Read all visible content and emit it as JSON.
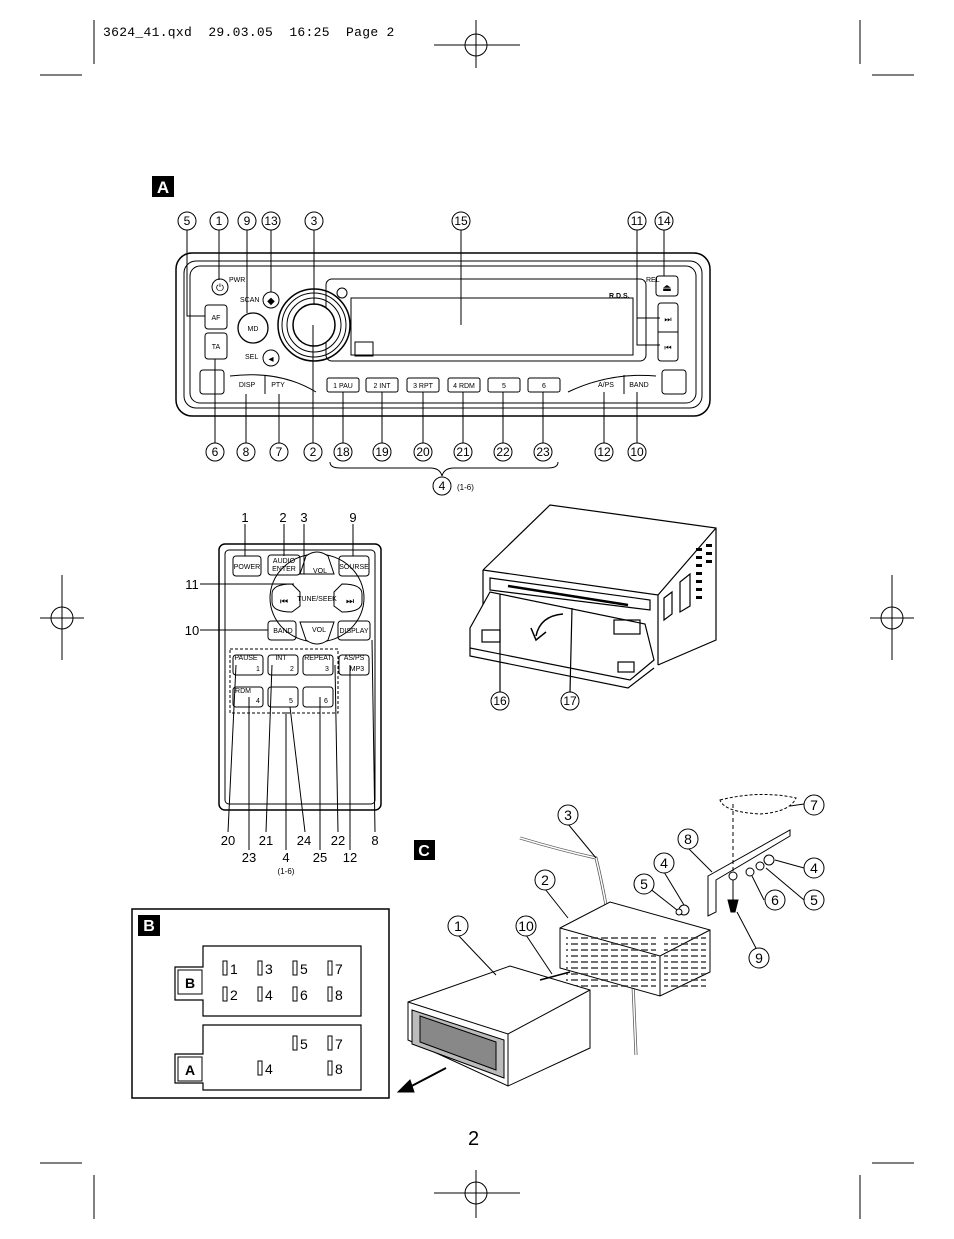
{
  "header": {
    "file_info": "3624_41.qxd  29.03.05  16:25  Page 2"
  },
  "page_number": "2",
  "section_a": {
    "label": "A",
    "top_callouts": [
      "5",
      "1",
      "13",
      "3",
      "15",
      "11",
      "14"
    ],
    "bottom_callouts": [
      "6",
      "8",
      "7",
      "2",
      "18",
      "19",
      "20",
      "21",
      "22",
      "23",
      "12",
      "10"
    ],
    "group_callout": "4",
    "group_range": "(1-6)",
    "buttons": {
      "pwr": "PWR",
      "scan": "SCAN",
      "md": "MD",
      "sel": "SEL",
      "af": "AF",
      "ta": "TA",
      "disp": "DISP",
      "pty": "PTY",
      "rel": "REL",
      "aps": "A/PS",
      "band": "BAND",
      "presets": [
        "1 PAU",
        "2 INT",
        "3 RPT",
        "4 RDM",
        "5",
        "6"
      ],
      "rds": "R.D.S."
    }
  },
  "remote": {
    "top_callouts": [
      "1",
      "2",
      "3",
      "9"
    ],
    "left_callouts": [
      "11",
      "10"
    ],
    "bottom_callouts_row1": [
      "20",
      "21",
      "24",
      "22",
      "8"
    ],
    "bottom_callouts_row2": [
      "23",
      "4",
      "25",
      "12"
    ],
    "bottom_range": "(1-6)",
    "buttons": {
      "power": "POWER",
      "audio": "AUDIO",
      "enter": "ENTER",
      "vol_up": "VOL",
      "source": "SOURSE",
      "tune": "TUNE/SEEK",
      "band": "BAND",
      "vol_down": "VOL",
      "display": "DISPLAY",
      "pause": "PAUSE",
      "int": "INT",
      "repeat": "REPEAT",
      "asps": "AS/PS",
      "mp3": "MP3",
      "rdm": "RDM",
      "n1": "1",
      "n2": "2",
      "n3": "3",
      "n4": "4",
      "n5": "5",
      "n6": "6"
    }
  },
  "cd_unit": {
    "callouts": [
      "16",
      "17"
    ]
  },
  "section_b": {
    "label": "B",
    "connector_b": {
      "label": "B",
      "pins": [
        "1",
        "3",
        "5",
        "7",
        "2",
        "4",
        "6",
        "8"
      ]
    },
    "connector_a": {
      "label": "A",
      "pins": [
        "5",
        "7",
        "4",
        "8"
      ]
    }
  },
  "section_c": {
    "label": "C",
    "callouts": [
      "3",
      "2",
      "1",
      "10",
      "4",
      "5",
      "8",
      "7",
      "4",
      "5",
      "6",
      "9"
    ]
  }
}
